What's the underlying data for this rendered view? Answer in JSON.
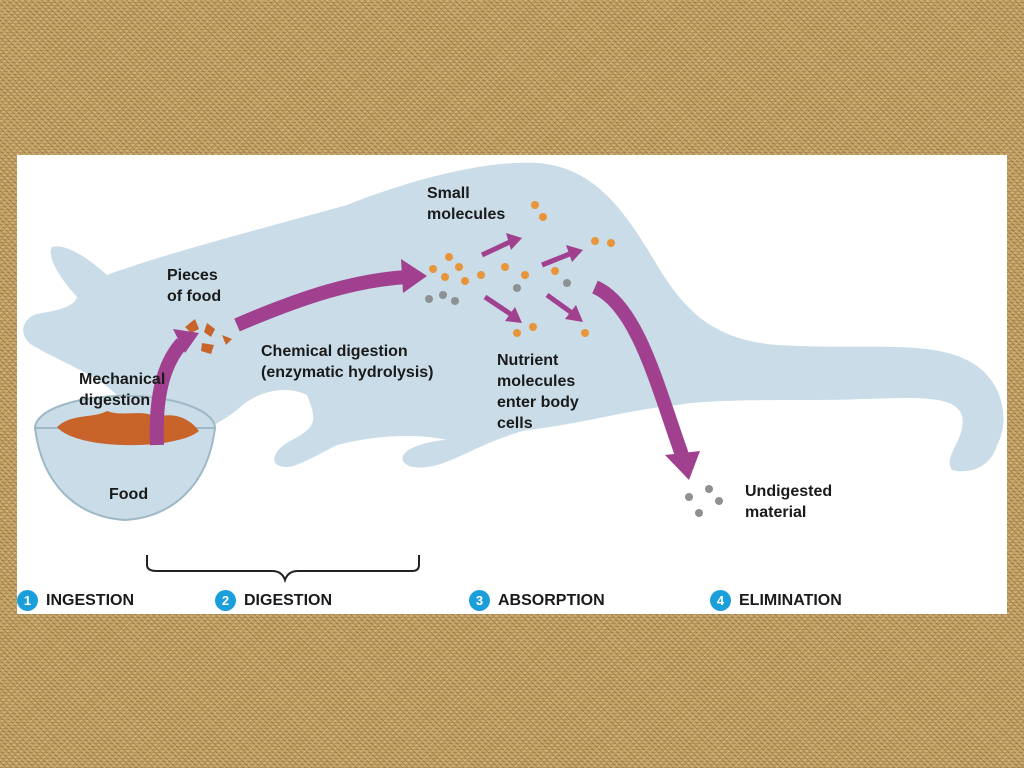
{
  "labels": {
    "small_molecules": [
      "Small",
      "molecules"
    ],
    "pieces_of_food": [
      "Pieces",
      "of food"
    ],
    "mechanical_digestion": [
      "Mechanical",
      "digestion"
    ],
    "chemical_digestion": [
      "Chemical digestion",
      "(enzymatic hydrolysis)"
    ],
    "nutrient_molecules": [
      "Nutrient",
      "molecules",
      "enter body",
      "cells"
    ],
    "food": "Food",
    "undigested_material": [
      "Undigested",
      "material"
    ]
  },
  "stages": [
    {
      "number": "1",
      "label": "INGESTION"
    },
    {
      "number": "2",
      "label": "DIGESTION"
    },
    {
      "number": "3",
      "label": "ABSORPTION"
    },
    {
      "number": "4",
      "label": "ELIMINATION"
    }
  ],
  "colors": {
    "body": "#c9dce7",
    "arrow": "#a1408f",
    "molecule": "#e8953a",
    "waste": "#8d9194",
    "badge": "#1b9fdb",
    "food": "#c8642a"
  }
}
